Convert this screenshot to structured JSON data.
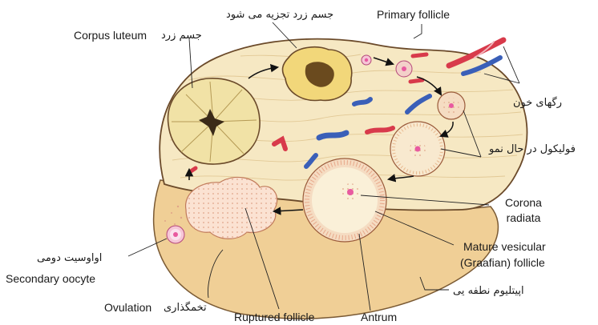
{
  "labels": {
    "corpus_luteum_en": "Corpus luteum",
    "corpus_luteum_fa": "جسم زرد",
    "degenerating_cl_fa": "جسم زرد تجزیه می شود",
    "primary_follicle": "Primary follicle",
    "blood_vessels_fa": "رگهای خون",
    "growing_follicles_fa": "فولیکول در حال نمو",
    "corona_radiata_1": "Corona",
    "corona_radiata_2": "radiata",
    "mature_follicle_1": "Mature vesicular",
    "mature_follicle_2": "(Graafian) follicle",
    "germinal_epithelium_fa": "اپیتلیوم نطفه یی",
    "antrum": "Antrum",
    "ruptured_follicle": "Ruptured follicle",
    "ovulation_en": "Ovulation",
    "ovulation_fa": "تخمگذاری",
    "secondary_oocyte_fa": "اواوسیت دومی",
    "secondary_oocyte_en": "Secondary oocyte"
  },
  "colors": {
    "stroma": "#f6e8c3",
    "stroma_line": "#e2c996",
    "cortex": "#f0cf96",
    "outline": "#6b4a2a",
    "corpus_luteum": "#f1e2a6",
    "artery": "#d83a4b",
    "vein": "#3a5fb8",
    "oocyte": "#e85aa0"
  }
}
